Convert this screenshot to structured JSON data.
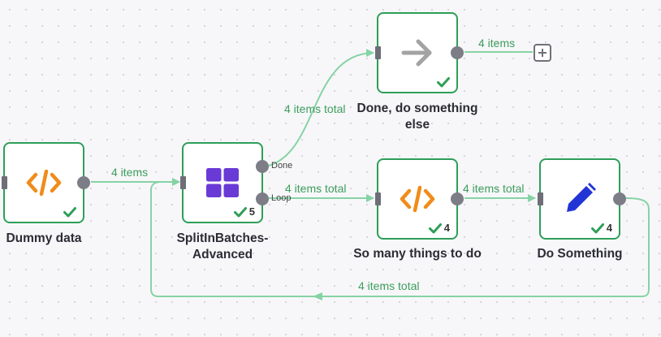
{
  "nodes": {
    "dummy": {
      "label": "Dummy data",
      "icon": "code-icon",
      "status": "success"
    },
    "split": {
      "label": "SplitInBatches-Advanced",
      "icon": "grid-icon",
      "run_count": "5",
      "outputs": {
        "done": "Done",
        "loop": "Loop"
      }
    },
    "done_node": {
      "label": "Done, do something else",
      "icon": "arrow-right-icon",
      "status": "success"
    },
    "many": {
      "label": "So many things to do",
      "icon": "code-icon",
      "run_count": "4"
    },
    "do": {
      "label": "Do Something",
      "icon": "pencil-icon",
      "run_count": "4"
    }
  },
  "edges": {
    "dummy_to_split": "4 items",
    "split_done_to_done": "4 items total",
    "done_to_add": "4 items",
    "split_loop_to_many": "4 items total",
    "many_to_do": "4 items total",
    "do_back_to_split": "4 items total"
  },
  "colors": {
    "node_border": "#2e9e58",
    "edge": "#86d3a5",
    "edge_label": "#3e9e5e",
    "code_icon": "#f08c1a",
    "grid_icon": "#6a3ad6",
    "pencil_icon": "#2334d6",
    "arrow_icon": "#a3a3a3",
    "check": "#2e9e58"
  }
}
